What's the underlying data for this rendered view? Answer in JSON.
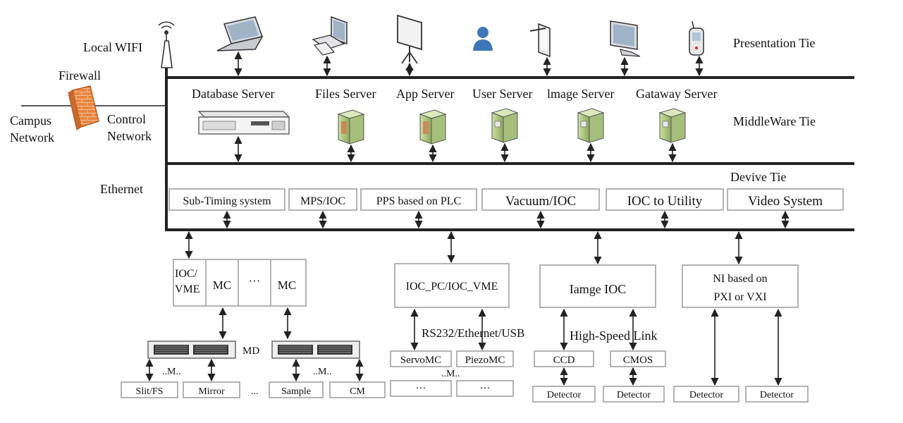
{
  "tiers": {
    "presentation": "Presentation Tie",
    "middleware": "MiddleWare Tie",
    "device": "Devive Tie"
  },
  "network": {
    "local_wifi": "Local WIFI",
    "firewall": "Firewall",
    "campus_line1": "Campus",
    "campus_line2": "Network",
    "control_line1": "Control",
    "control_line2": "Network",
    "ethernet": "Ethernet"
  },
  "servers": [
    "Database Server",
    "Files Server",
    "App Server",
    "User Server",
    "lmage Server",
    "Gataway Server"
  ],
  "device_boxes": [
    "Sub-Timing system",
    "MPS/IOC",
    "PPS based on PLC",
    "Vacuum/IOC",
    "IOC to Utility",
    "Video System"
  ],
  "motion": {
    "ioc_line1": "IOC/",
    "ioc_line2": "VME",
    "mc": "MC",
    "ellipsis": "···",
    "md": "MD",
    "m_dots": "..M..",
    "dots": "...",
    "leaves": [
      "Slit/FS",
      "Mirror",
      "Sample",
      "CM"
    ]
  },
  "ioc_pc": {
    "label": "IOC_PC/IOC_VME",
    "link": "RS232/Ethernet/USB",
    "servo": "ServoMC",
    "piezo": "PiezoMC",
    "m_dots": "..M..",
    "ellipsis": "···"
  },
  "image_ioc": {
    "label": "Iamge IOC",
    "link": "High-Speed Link",
    "ccd": "CCD",
    "cmos": "CMOS",
    "detector": "Detector"
  },
  "ni": {
    "line1": "NI based on",
    "line2": "PXI or VXI",
    "detector": "Detector"
  }
}
